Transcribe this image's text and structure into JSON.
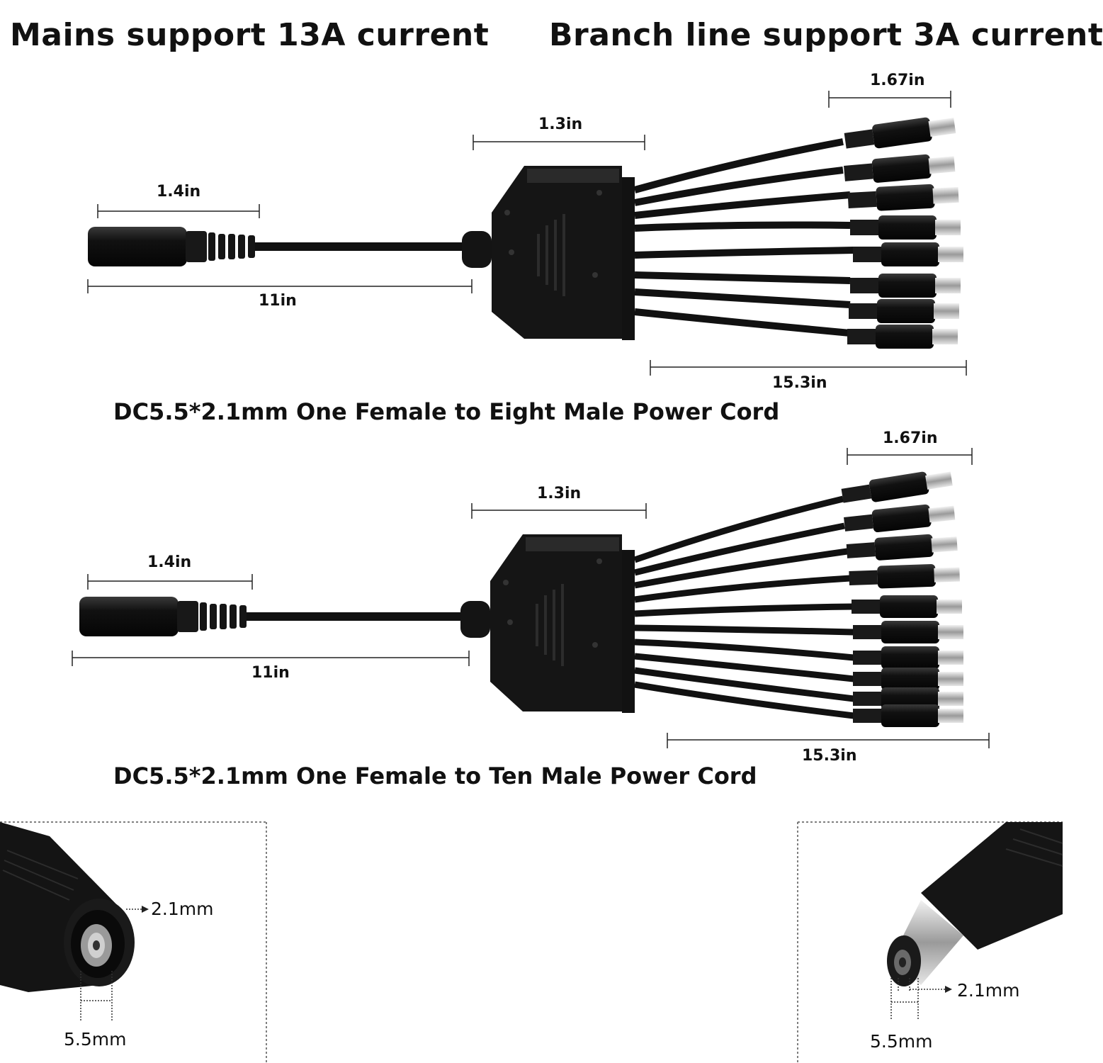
{
  "headline": {
    "mains": "Mains support 13A current",
    "branch": "Branch line support 3A current"
  },
  "cord_eight": {
    "caption": "DC5.5*2.1mm One Female to Eight Male Power Cord",
    "dim_female_plug": "1.4in",
    "dim_main_cable": "11in",
    "dim_splitter": "1.3in",
    "dim_male_plug": "1.67in",
    "dim_branch": "15.3in",
    "branch_count": 8
  },
  "cord_ten": {
    "caption": "DC5.5*2.1mm One Female to Ten Male Power Cord",
    "dim_female_plug": "1.4in",
    "dim_main_cable": "11in",
    "dim_splitter": "1.3in",
    "dim_male_plug": "1.67in",
    "dim_branch": "15.3in",
    "branch_count": 10
  },
  "detail_female": {
    "inner_diameter": "2.1mm",
    "outer_diameter": "5.5mm"
  },
  "detail_male": {
    "inner_diameter": "2.1mm",
    "outer_diameter": "5.5mm"
  },
  "colors": {
    "cable": "#111111",
    "plug_tip": "#c8c8c8",
    "text": "#111111"
  }
}
